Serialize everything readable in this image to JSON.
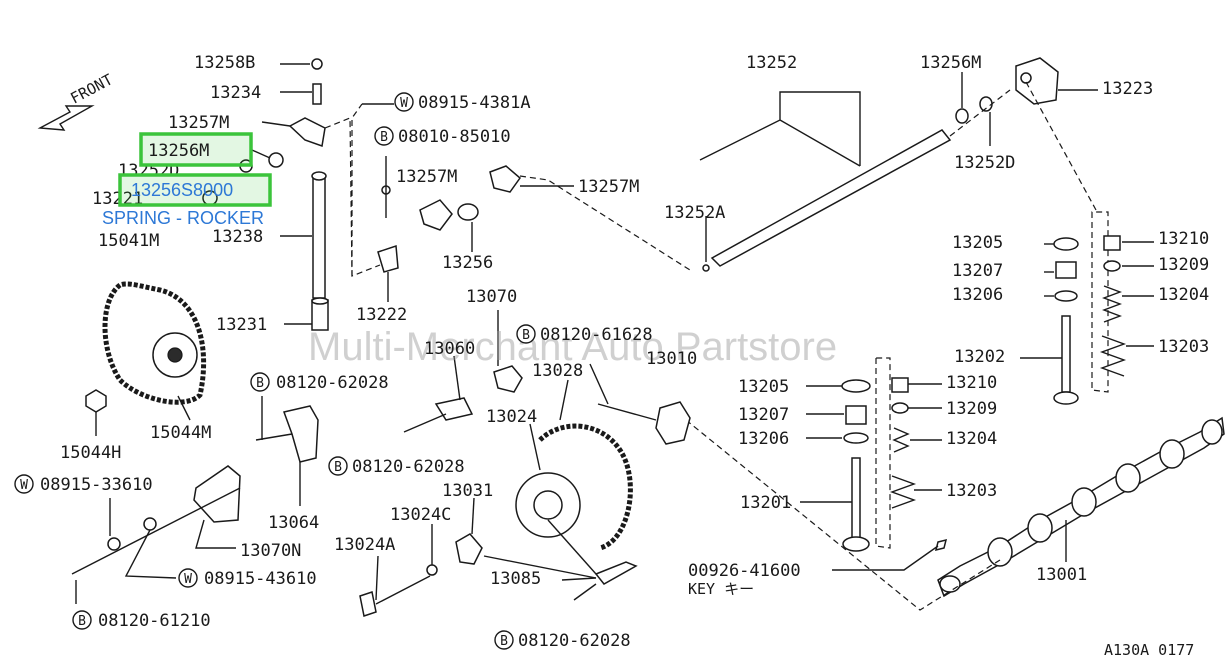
{
  "watermark": "Multi-Merchant Auto Partstore",
  "direction_label": "FRONT",
  "drawing_code": "A130A 0177",
  "highlight": {
    "part_number": "13256M",
    "selected_part": "13256S8000",
    "selected_name": "SPRING - ROCKER"
  },
  "labels": {
    "p13258B": "13258B",
    "p13234": "13234",
    "p13257M_a": "13257M",
    "p13256M_a": "13256M",
    "p13252D_a": "13252D",
    "p13221": "13221",
    "p15041M": "15041M",
    "p13238": "13238",
    "p13231": "13231",
    "p15044H": "15044H",
    "p15044M": "15044M",
    "w08915_4381A": "08915-4381A",
    "b08010_85010": "08010-85010",
    "p13257M_b": "13257M",
    "p13257M_c": "13257M",
    "p13256": "13256",
    "p13222": "13222",
    "p13070": "13070",
    "p13060": "13060",
    "b08120_61628": "08120-61628",
    "p13028": "13028",
    "p13010": "13010",
    "b08120_62028_a": "08120-62028",
    "p13024": "13024",
    "b08120_62028_b": "08120-62028",
    "p13064": "13064",
    "w08915_33610": "08915-33610",
    "p13070N": "13070N",
    "p13031": "13031",
    "p13024C": "13024C",
    "p13024A": "13024A",
    "w08915_43610": "08915-43610",
    "b08120_61210": "08120-61210",
    "p13085": "13085",
    "b08120_62028_c": "08120-62028",
    "p13252": "13252",
    "p13256M_b": "13256M",
    "p13223": "13223",
    "p13252D_b": "13252D",
    "p13252A": "13252A",
    "p13205_a": "13205",
    "p13207_a": "13207",
    "p13206_a": "13206",
    "p13210_a": "13210",
    "p13209_a": "13209",
    "p13204_a": "13204",
    "p13203_a": "13203",
    "p13202": "13202",
    "p13205_b": "13205",
    "p13207_b": "13207",
    "p13206_b": "13206",
    "p13210_b": "13210",
    "p13209_b": "13209",
    "p13204_b": "13204",
    "p13203_b": "13203",
    "p13201": "13201",
    "key_part": "00926-41600",
    "key_label": "KEY  キー",
    "p13001": "13001"
  },
  "markers": {
    "washer": "W",
    "bolt": "B"
  }
}
